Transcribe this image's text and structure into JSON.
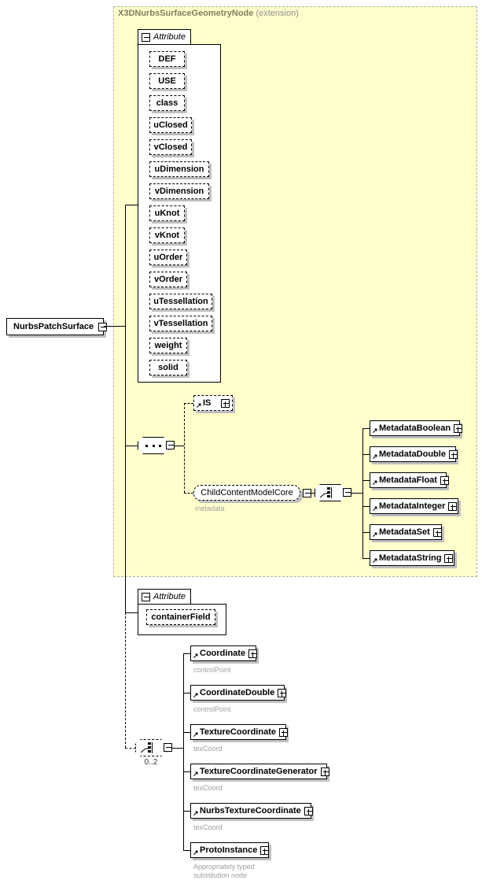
{
  "diagram": {
    "kind": "xsd-schema-diagram",
    "root": {
      "label": "NurbsPatchSurface",
      "toggle": "minus"
    },
    "extension": {
      "title": "X3DNurbsSurfaceGeometryNode",
      "subtitle": "(extension)"
    },
    "attribute_group_1": {
      "tab_label": "Attribute",
      "toggle": "minus",
      "items": [
        {
          "label": "DEF"
        },
        {
          "label": "USE"
        },
        {
          "label": "class"
        },
        {
          "label": "uClosed"
        },
        {
          "label": "vClosed"
        },
        {
          "label": "uDimension"
        },
        {
          "label": "vDimension"
        },
        {
          "label": "uKnot"
        },
        {
          "label": "vKnot"
        },
        {
          "label": "uOrder"
        },
        {
          "label": "vOrder"
        },
        {
          "label": "uTessellation"
        },
        {
          "label": "vTessellation"
        },
        {
          "label": "weight"
        },
        {
          "label": "solid"
        }
      ]
    },
    "attribute_group_2": {
      "tab_label": "Attribute",
      "toggle": "minus",
      "items": [
        {
          "label": "containerField"
        }
      ]
    },
    "compositors": {
      "all_top": {
        "type": "all",
        "toggle": "minus",
        "cardinality": ""
      },
      "choice_metadata": {
        "type": "choice",
        "toggle": "minus",
        "cardinality": ""
      },
      "choice_bottom": {
        "type": "choice",
        "toggle": "minus",
        "cardinality": "0..2",
        "optional": true
      }
    },
    "nodes": {
      "is": {
        "label": "IS",
        "toggle": "plus",
        "optional": true,
        "caption": ""
      },
      "child_content_model_core": {
        "label": "ChildContentModelCore",
        "toggle": "minus",
        "caption": "metadata"
      },
      "metadata": [
        {
          "label": "MetadataBoolean",
          "toggle": "plus"
        },
        {
          "label": "MetadataDouble",
          "toggle": "plus"
        },
        {
          "label": "MetadataFloat",
          "toggle": "plus"
        },
        {
          "label": "MetadataInteger",
          "toggle": "plus"
        },
        {
          "label": "MetadataSet",
          "toggle": "plus"
        },
        {
          "label": "MetadataString",
          "toggle": "plus"
        }
      ],
      "children": [
        {
          "label": "Coordinate",
          "toggle": "plus",
          "caption": "controlPoint"
        },
        {
          "label": "CoordinateDouble",
          "toggle": "plus",
          "caption": "controlPoint"
        },
        {
          "label": "TextureCoordinate",
          "toggle": "plus",
          "caption": "texCoord"
        },
        {
          "label": "TextureCoordinateGenerator",
          "toggle": "plus",
          "caption": "texCoord"
        },
        {
          "label": "NurbsTextureCoordinate",
          "toggle": "plus",
          "caption": "texCoord"
        },
        {
          "label": "ProtoInstance",
          "toggle": "plus",
          "caption": "Appropriately typed\nsubstitution node"
        }
      ]
    },
    "colors": {
      "extension_fill": "#ffffcc",
      "extension_border": "#b0b0a0",
      "node_fill": "#ffffff",
      "shadow": "#c0c0c0",
      "title_text": "#808060",
      "caption_text": "#a0a0a0",
      "line": "#000000"
    }
  }
}
